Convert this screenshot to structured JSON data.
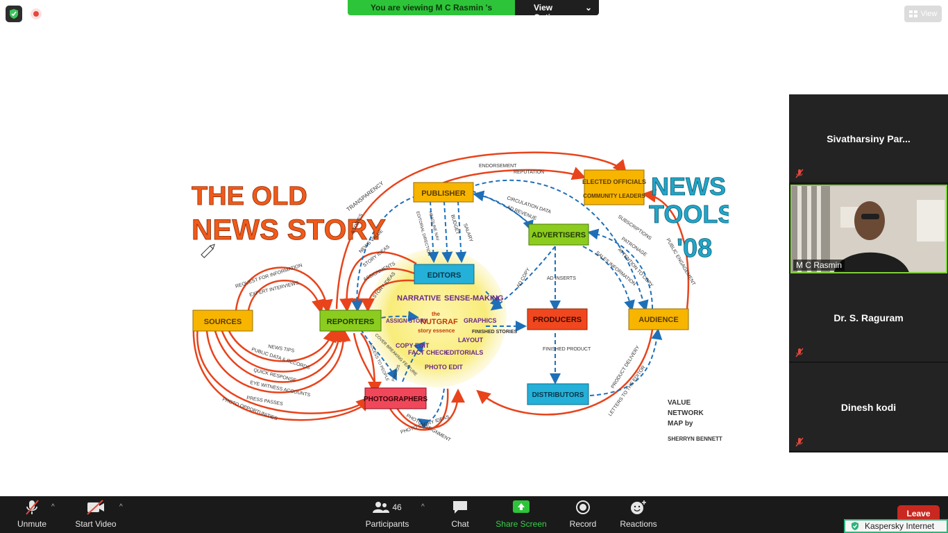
{
  "top": {
    "banner_text": "You are viewing M C Rasmin 's screen",
    "view_options_label": "View Options",
    "view_label": "View"
  },
  "diagram": {
    "title_left_line1": "THE OLD",
    "title_left_line2": "NEWS STORY",
    "title_right_line1": "NEWS",
    "title_right_line2": "TOOLS",
    "title_right_line3": "'08",
    "nodes": {
      "publisher": "PUBLISHER",
      "elected": "ELECTED OFFICIALS",
      "elected_sub": "COMMUNITY LEADERS",
      "advertisers": "ADVERTISERS",
      "editors": "EDITORS",
      "sources": "SOURCES",
      "reporters": "REPORTERS",
      "producers": "PRODUCERS",
      "audience": "AUDIENCE",
      "photographers": "PHOTOGRAPHERS",
      "distributors": "DISTRIBUTORS"
    },
    "center": {
      "nutgraf_the": "the",
      "nutgraf": "NUTGRAF",
      "story_essence": "story essence",
      "narrative": "NARRATIVE",
      "sense_making": "SENSE-MAKING",
      "assign_story": "ASSIGN STORY",
      "graphics": "GRAPHICS",
      "layout": "LAYOUT",
      "copy_edit": "COPY EDIT",
      "fact_check": "FACT CHECK",
      "editorials": "EDITORIALS",
      "photo_edit": "PHOTO EDIT",
      "finished_stories": "FINISHED STORIES"
    },
    "labels": {
      "endorsement": "ENDORSEMENT",
      "reputation": "REPUTATION",
      "transparency": "TRANSPARENCY",
      "circulation_data": "CIRCULATION DATA",
      "ad_revenue": "AD REVENUE",
      "subscriptions": "SUBSCRIPTIONS",
      "public_engagement": "PUBLIC ENGAGEMENT",
      "patronage": "PATRONAGE",
      "attention_to_copy": "ATTENTION TO COPY",
      "sales_information": "SALES INFORMATION",
      "request_for_information": "REQUEST FOR INFORMATION",
      "expert_interviews": "EXPERT INTERVIEWS",
      "news_tips": "NEWS TIPS",
      "public_data": "PUBLIC DATA & RECORDS",
      "quick_response": "QUICK RESPONSE",
      "eye_witness": "EYE WITNESS ACCOUNTS",
      "press_passes": "PRESS PASSES",
      "photo_opportunities": "PHOTO OPPORTUNITIES",
      "stories": "STORIES",
      "news_value": "NEWS VALUE",
      "story_ideas": "STORY IDEAS",
      "assignments": "ASSIGNMENTS",
      "story_ideas_2": "STORY IDEAS",
      "editorial_direction": "EDITORIAL DIRECTION",
      "headline_nav": "HEADLINE NAV",
      "budget": "BUDGET",
      "salary": "SALARY",
      "ad_copy": "AD COPY",
      "ad_inserts": "AD INSERTS",
      "finished_product": "FINISHED PRODUCT",
      "product_delivery": "PRODUCT DELIVERY",
      "letters_to_editor": "LETTERS TO THE EDITOR",
      "photo_assignment": "PHOTO ASSIGNMENT",
      "photo_story_ideas": "PHOTO STORY IDEAS",
      "access_to_people": "ACCESS TO PEOPLE",
      "cover_breaking_feature": "COVER BREAKING FEATURE",
      "photos": "PHOTOS"
    },
    "credit_line1": "VALUE",
    "credit_line2": "NETWORK",
    "credit_line3": "MAP by",
    "credit_line4": "SHERRYN BENNETT"
  },
  "participants": [
    {
      "name": "Sivatharsiny  Par..."
    },
    {
      "name": "M C Rasmin"
    },
    {
      "name": "Dr. S. Raguram"
    },
    {
      "name": "Dinesh kodi"
    }
  ],
  "toolbar": {
    "unmute": "Unmute",
    "start_video": "Start Video",
    "participants_label": "Participants",
    "participants_count": "46",
    "chat": "Chat",
    "share_screen": "Share Screen",
    "record": "Record",
    "reactions": "Reactions",
    "leave": "Leave"
  },
  "taskbar": {
    "kaspersky": "Kaspersky Internet"
  },
  "colors": {
    "share_green": "#2ec43a",
    "speaker_border": "#7fd13b",
    "leave_red": "#c8281f",
    "arrow_orange": "#e8431b",
    "arrow_blue": "#1e6fb8"
  }
}
